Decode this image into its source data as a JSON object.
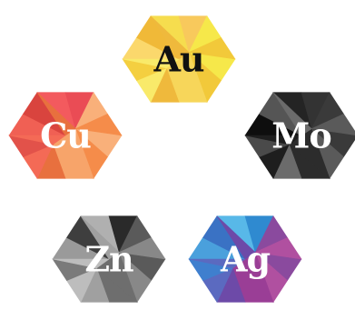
{
  "elements": [
    {
      "symbol": "Au",
      "label_color": "#111111",
      "colors": [
        "#f6e84a",
        "#f2c93a",
        "#f7d65a",
        "#efb93c",
        "#f9ea6a",
        "#f4cf40",
        "#fbd86c",
        "#f0b938",
        "#f6dd4e",
        "#f8c95c"
      ]
    },
    {
      "symbol": "Cu",
      "label_color": "#ffffff",
      "colors": [
        "#f9b07a",
        "#f58c4a",
        "#f7a46a",
        "#e8703e",
        "#f46a56",
        "#e2524a",
        "#f06054",
        "#d9443e",
        "#f35a5e",
        "#ea4c55"
      ]
    },
    {
      "symbol": "Mo",
      "label_color": "#ffffff",
      "colors": [
        "#3a3a3a",
        "#5a5a5a",
        "#2c2c2c",
        "#6b6b6b",
        "#1e1e1e",
        "#4a4a4a",
        "#0e0e0e",
        "#555555",
        "#242424",
        "#333333"
      ]
    },
    {
      "symbol": "Zn",
      "label_color": "#ffffff",
      "colors": [
        "#5a5a5a",
        "#888888",
        "#6e6e6e",
        "#a0a0a0",
        "#bdbdbd",
        "#7a7a7a",
        "#9a9a9a",
        "#3e3e3e",
        "#b0b0b0",
        "#2a2a2a"
      ]
    },
    {
      "symbol": "Ag",
      "label_color": "#ffffff",
      "colors": [
        "#8a4a9e",
        "#b050a0",
        "#9a3e96",
        "#6d4aa8",
        "#5b6ac0",
        "#3f7fce",
        "#4aa0dc",
        "#3a72c4",
        "#58b8e8",
        "#2f8ad0"
      ]
    }
  ]
}
